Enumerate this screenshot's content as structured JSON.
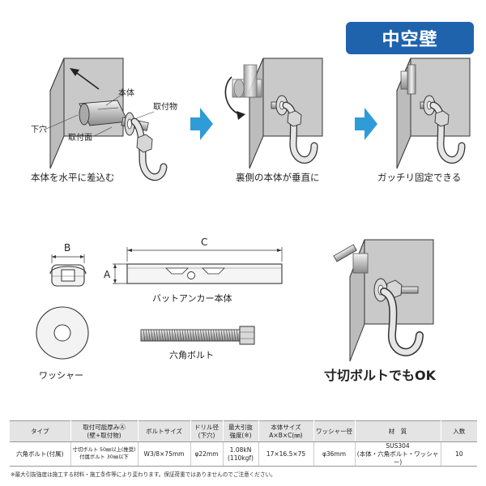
{
  "badge": "中空壁",
  "step1": {
    "labels": {
      "hole": "下穴",
      "body": "本体",
      "mount": "取付物",
      "surface": "取付面"
    },
    "caption": "本体を水平に差込む"
  },
  "step2": {
    "caption": "裏側の本体が垂直に"
  },
  "step3": {
    "caption": "ガッチリ固定できる"
  },
  "parts": {
    "dim_b": "B",
    "dim_c": "C",
    "dim_a": "A",
    "anchor_body": "バットアンカー本体",
    "hex_bolt": "六角ボルト",
    "washer": "ワッシャー"
  },
  "example": {
    "caption": "寸切ボルトでもOK"
  },
  "colors": {
    "badge": "#1f63ad",
    "arrow": "#2f9bd7",
    "wall_face": "#c9c9c9",
    "wall_side": "#e9e9e9"
  },
  "table": {
    "headers": {
      "type": "タイプ",
      "thickness_1": "取付可能厚みⒶ",
      "thickness_2": "(壁+取付物)",
      "bolt_size": "ボルトサイズ",
      "drill_1": "ドリル径",
      "drill_2": "(下穴)",
      "max_1": "最大引抜",
      "max_2": "強度(※)",
      "size_1": "本体サイズ",
      "size_2": "A×B×C(㎜)",
      "washer": "ワッシャー径",
      "material": "材　質",
      "qty": "入数"
    },
    "row": {
      "type": "六角ボルト(付属)",
      "thickness_1": "寸切ボルト 50㎜以上(推奨)",
      "thickness_2": "付属ボルト 30㎜以下",
      "bolt_size": "W3/8×75mm",
      "drill": "φ22mm",
      "max_1": "1.08kN",
      "max_2": "(110kgf)",
      "size": "17×16.5×75",
      "washer": "φ36mm",
      "material_1": "SUS304",
      "material_2": "(本体・六角ボルト・ワッシャー)",
      "qty": "10"
    }
  },
  "note": "※最大引抜強度は施工する材料・施工条件等により変わります。保証荷重ではありませんのでご注意ください。"
}
